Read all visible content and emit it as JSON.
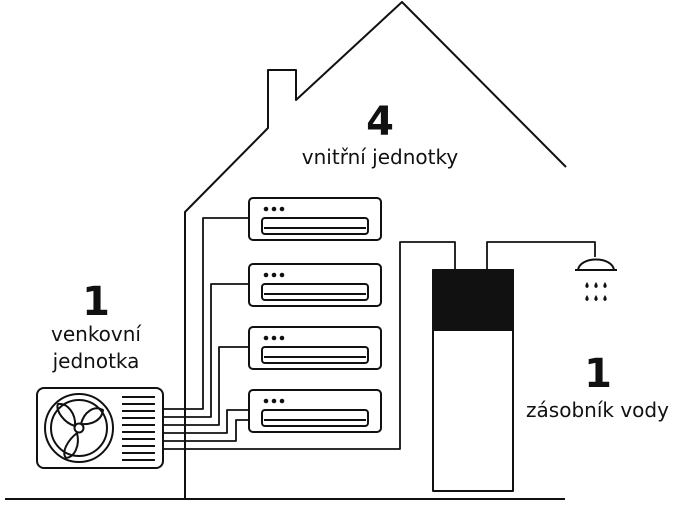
{
  "indoor": {
    "count": "4",
    "label": "vnitřní jednotky"
  },
  "outdoor": {
    "count": "1",
    "label_line1": "venkovní",
    "label_line2": "jednotka"
  },
  "tank": {
    "count": "1",
    "label": "zásobník vody"
  },
  "icons": {
    "house": "house-outline-icon",
    "ac_unit": "wall-ac-unit-icon",
    "outdoor_unit": "outdoor-fan-unit-icon",
    "tank": "water-tank-icon",
    "shower": "shower-head-icon"
  },
  "colors": {
    "stroke": "#111111",
    "background": "#ffffff"
  }
}
